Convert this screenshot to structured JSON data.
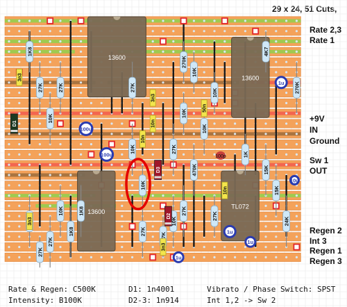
{
  "header": {
    "cuts": "29 x 24, 51 Cuts,"
  },
  "colors": {
    "strip": "#f4a25a",
    "strip_edge": "#e0893f",
    "hole": "#d9e7f2",
    "wire": "#1a1a1a",
    "green": "#8fd14f",
    "red": "#f25c4d",
    "cut": "#e2262c",
    "ic": "#7a6a55",
    "cap": "#f3e54c",
    "res": "#cfe8f8",
    "elec": "#2a3bb0",
    "highlight": "#e30000"
  },
  "ics": [
    {
      "id": "ic-13600-a",
      "label": "13600"
    },
    {
      "id": "ic-13600-b",
      "label": "13600"
    },
    {
      "id": "ic-13600-c",
      "label": "13600"
    },
    {
      "id": "ic-tl072",
      "label": "TL072"
    }
  ],
  "resistors": [
    {
      "label": "1K8"
    },
    {
      "label": "27K"
    },
    {
      "label": "27K"
    },
    {
      "label": "10K"
    },
    {
      "label": "10K"
    },
    {
      "label": "1K8"
    },
    {
      "label": "27K"
    },
    {
      "label": "10K"
    },
    {
      "label": "270K"
    },
    {
      "label": "10K"
    },
    {
      "label": "4K7"
    },
    {
      "label": "270K"
    },
    {
      "label": "10K"
    },
    {
      "label": "10K"
    },
    {
      "label": "27K"
    },
    {
      "label": "1K"
    },
    {
      "label": "15K"
    },
    {
      "label": "470K"
    },
    {
      "label": "10K"
    },
    {
      "label": "27K"
    },
    {
      "label": "1K8"
    },
    {
      "label": "27K"
    },
    {
      "label": "27K"
    },
    {
      "label": "27K"
    },
    {
      "label": "27K"
    },
    {
      "label": "27K"
    },
    {
      "label": "15K"
    },
    {
      "label": "24K"
    },
    {
      "label": "27K"
    },
    {
      "label": "10K"
    },
    {
      "label": "10K"
    }
  ],
  "caps": [
    {
      "label": "3n3"
    },
    {
      "label": "3n3"
    },
    {
      "label": "50n"
    },
    {
      "label": "10n"
    },
    {
      "label": "10n"
    },
    {
      "label": "3n3"
    },
    {
      "label": "3n3"
    },
    {
      "label": "10n"
    }
  ],
  "electrolytics": [
    {
      "label": "100u"
    },
    {
      "label": "100u"
    },
    {
      "label": "1u"
    },
    {
      "label": "1u"
    },
    {
      "label": "1u"
    },
    {
      "label": "1u"
    },
    {
      "label": "10u"
    }
  ],
  "small_caps": [
    {
      "label": "100p"
    }
  ],
  "diodes": [
    {
      "label": "D1"
    },
    {
      "label": "D3"
    },
    {
      "label": "D2"
    }
  ],
  "right_labels": [
    {
      "text": "Rate 2,3"
    },
    {
      "text": "Rate 1"
    },
    {
      "text": "+9V"
    },
    {
      "text": "IN"
    },
    {
      "text": "Ground"
    },
    {
      "text": "Sw 1"
    },
    {
      "text": "OUT"
    },
    {
      "text": "Regen 2"
    },
    {
      "text": "Int 3"
    },
    {
      "text": "Regen 1"
    },
    {
      "text": "Regen 3"
    }
  ],
  "footer": {
    "rate_regen": "Rate & Regen: C500K",
    "intensity": "Intensity: B100K",
    "d1": "D1: 1n4001",
    "d23": "D2-3: 1n914",
    "switch": "Vibrato / Phase Switch: SPST",
    "switch2": "Int 1,2 -> Sw 2"
  }
}
